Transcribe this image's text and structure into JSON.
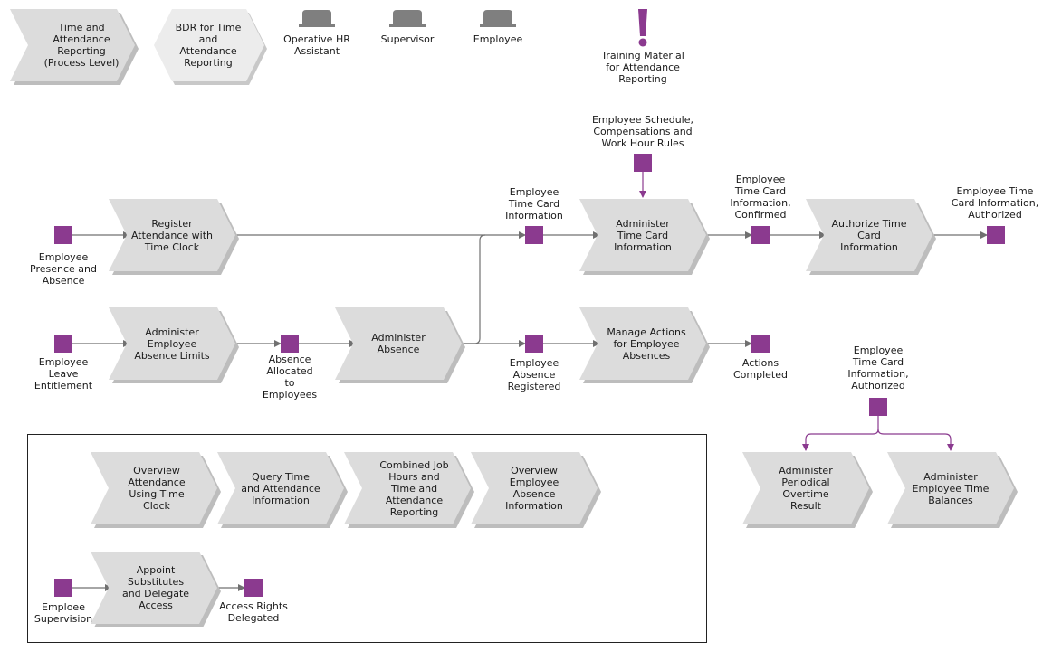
{
  "legend": {
    "process_level": "Time and\nAttendance\nReporting\n(Process Level)",
    "bdr": "BDR for Time\nand\nAttendance\nReporting",
    "role_1": "Operative HR\nAssistant",
    "role_2": "Supervisor",
    "role_3": "Employee",
    "training": "Training Material\nfor Attendance\nReporting"
  },
  "functions": {
    "register_attendance": "Register\nAttendance with\nTime Clock",
    "administer_limits": "Administer\nEmployee\nAbsence Limits",
    "administer_absence": "Administer\nAbsence",
    "administer_time_card": "Administer\nTime Card\nInformation",
    "authorize_time_card": "Authorize Time\nCard\nInformation",
    "manage_actions": "Manage Actions\nfor Employee\nAbsences",
    "periodical_overtime": "Administer\nPeriodical\nOvertime\nResult",
    "time_balances": "Administer\nEmployee Time\nBalances",
    "overview_clock": "Overview\nAttendance\nUsing Time\nClock",
    "query_time": "Query Time\nand Attendance\nInformation",
    "combined_job": "Combined Job\nHours and\nTime and\nAttendance\nReporting",
    "overview_absence": "Overview\nEmployee\nAbsence\nInformation",
    "appoint_substitutes": "Appoint\nSubstitutes\nand Delegate\nAccess"
  },
  "events": {
    "presence_absence": "Employee\nPresence and\nAbsence",
    "leave_entitlement": "Employee\nLeave\nEntitlement",
    "absence_allocated": "Absence\nAllocated\nto\nEmployees",
    "time_card_info": "Employee\nTime Card\nInformation",
    "absence_registered": "Employee\nAbsence\nRegistered",
    "schedule_rules": "Employee Schedule,\nCompensations and\nWork Hour Rules",
    "time_card_confirmed": "Employee\nTime Card\nInformation,\nConfirmed",
    "time_card_authorized": "Employee Time\nCard Information,\nAuthorized",
    "actions_completed": "Actions\nCompleted",
    "time_card_authorized_2": "Employee\nTime Card\nInformation,\nAuthorized",
    "employee_supervision": "Emploee\nSupervision",
    "access_rights": "Access Rights\nDelegated"
  },
  "colors": {
    "event": "#8b3a8f",
    "function_fill": "#dcdcdc",
    "function_shadow": "#bdbdbd",
    "connector": "#707070",
    "role_icon": "#7f7f7f"
  }
}
